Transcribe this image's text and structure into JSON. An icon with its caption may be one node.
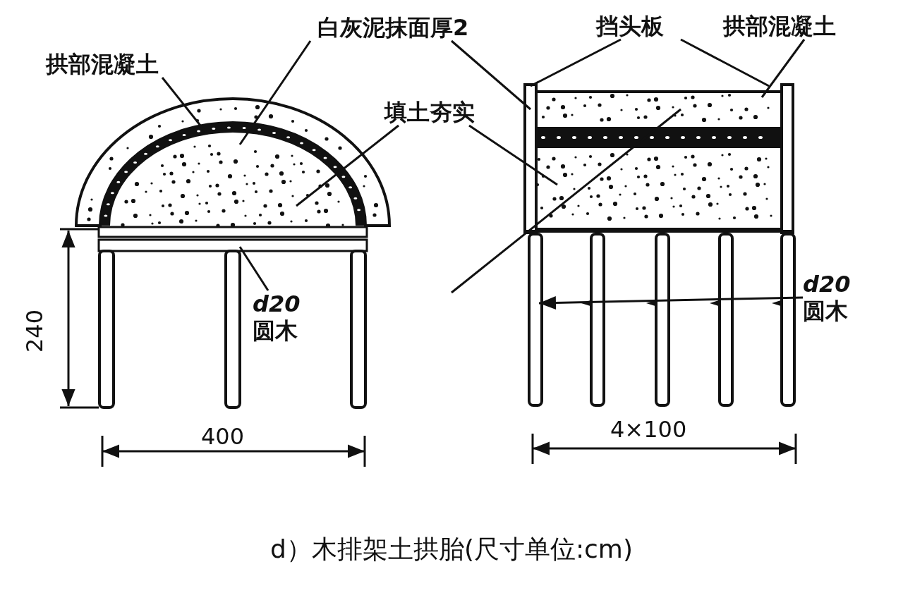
{
  "diagram": {
    "caption": "d）木排架土拱胎(尺寸单位:cm)",
    "nodes": [
      {
        "text": [
          "拱部混凝土"
        ]
      },
      {
        "text": [
          "白灰泥抹面厚2"
        ]
      },
      {
        "text": [
          "填土夯实"
        ]
      },
      {
        "text": [
          "挡头板"
        ]
      },
      {
        "text": [
          "拱部混凝土"
        ]
      },
      {
        "text": [
          "d20",
          "圆木"
        ]
      },
      {
        "text": [
          "d20",
          "圆木"
        ]
      }
    ],
    "edges": [
      {
        "from": 0,
        "to": null,
        "arrow": "none"
      },
      {
        "from": 1,
        "to": null,
        "arrow": "none"
      },
      {
        "from": 1,
        "to": null,
        "arrow": "none"
      },
      {
        "from": 2,
        "to": null,
        "arrow": "none"
      },
      {
        "from": 2,
        "to": null,
        "arrow": "none"
      },
      {
        "from": 3,
        "to": null,
        "arrow": "none"
      },
      {
        "from": 3,
        "to": null,
        "arrow": "none"
      },
      {
        "from": 4,
        "to": null,
        "arrow": "none"
      },
      {
        "from": 5,
        "to": null,
        "arrow": "none"
      },
      {
        "from": 6,
        "to": null,
        "arrow": "to"
      }
    ],
    "labels": [
      "240",
      "400",
      "4×100"
    ]
  }
}
